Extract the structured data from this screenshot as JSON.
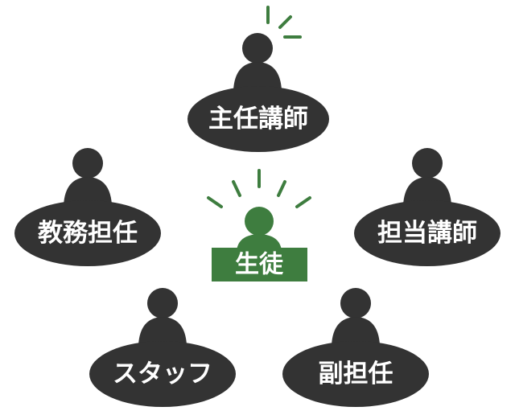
{
  "colors": {
    "person": "#333333",
    "accent": "#3e7d3f",
    "label_text": "#ffffff",
    "background": "#ffffff"
  },
  "center": {
    "label": "生徒",
    "highlighted": true
  },
  "roles": [
    {
      "id": "chief-teacher",
      "label": "主任講師",
      "highlighted": true
    },
    {
      "id": "academic-affairs",
      "label": "教務担任",
      "highlighted": false
    },
    {
      "id": "assigned-teacher",
      "label": "担当講師",
      "highlighted": false
    },
    {
      "id": "staff",
      "label": "スタッフ",
      "highlighted": false
    },
    {
      "id": "vice-homeroom",
      "label": "副担任",
      "highlighted": false
    }
  ]
}
